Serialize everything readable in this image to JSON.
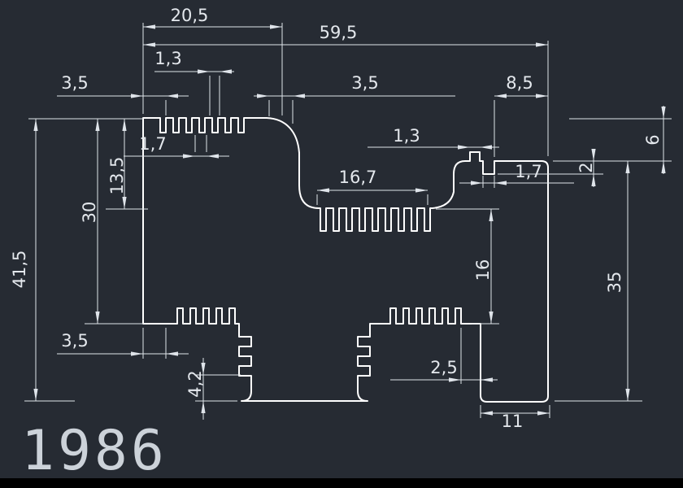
{
  "canvas": {
    "background_color": "#262b33",
    "profile_line_color": "#ffffff",
    "dimension_line_color": "#dfe4ea",
    "text_color": "#e4e8ed"
  },
  "drawing": {
    "part_number": "1986",
    "dimensions": {
      "top_left_width": "20,5",
      "overall_width": "59,5",
      "top_slot_width": "1,3",
      "top_left_wall": "3,5",
      "top_mid_wall": "3,5",
      "top_right_width": "8,5",
      "right_step_height": "6",
      "top_tooth_width": "1,7",
      "left_recess_depth": "13,5",
      "left_block_height": "30",
      "overall_height": "41,5",
      "right_tab_width": "1,3",
      "mid_recess_width": "16,7",
      "right_notch_width": "1,7",
      "right_notch_depth": "2",
      "right_recess_height": "16",
      "right_block_height": "35",
      "bottom_left_wall": "3,5",
      "foot_rib_height": "4,2",
      "foot_gap_width": "2,5",
      "right_foot_width": "11"
    }
  }
}
